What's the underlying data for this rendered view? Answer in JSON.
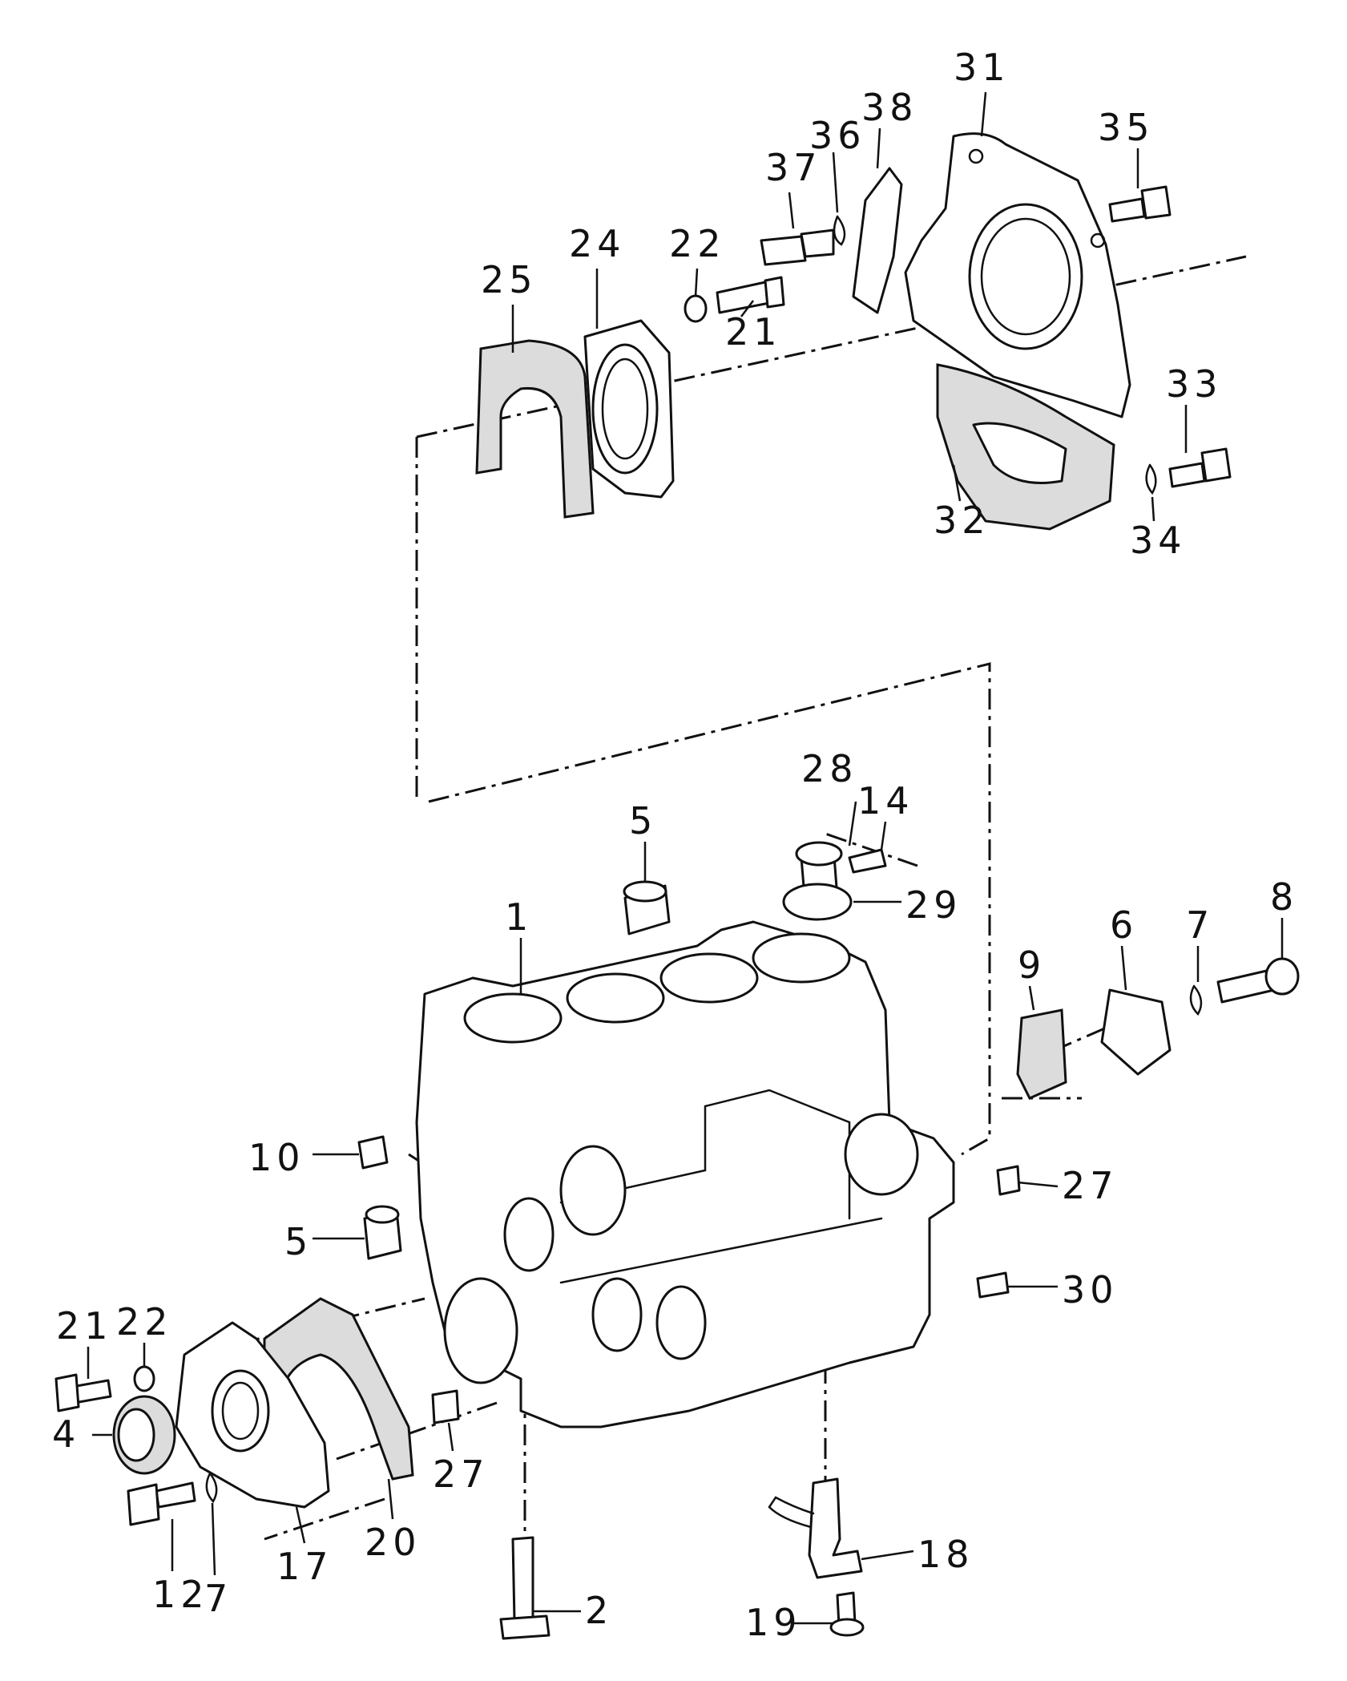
{
  "callouts": {
    "c1": "1",
    "c2": "2",
    "c4": "4",
    "c5a": "5",
    "c5b": "5",
    "c6": "6",
    "c7a": "7",
    "c7b": "7",
    "c8": "8",
    "c9": "9",
    "c10": "10",
    "c12": "12",
    "c14": "14",
    "c17": "17",
    "c18": "18",
    "c19": "19",
    "c20": "20",
    "c21a": "21",
    "c21b": "21",
    "c22a": "22",
    "c22b": "22",
    "c24": "24",
    "c25": "25",
    "c27a": "27",
    "c27b": "27",
    "c28": "28",
    "c29": "29",
    "c30": "30",
    "c31": "31",
    "c32": "32",
    "c33": "33",
    "c34": "34",
    "c35": "35",
    "c36": "36",
    "c37": "37",
    "c38": "38"
  },
  "colors": {
    "ink": "#111111",
    "paper": "#ffffff"
  }
}
